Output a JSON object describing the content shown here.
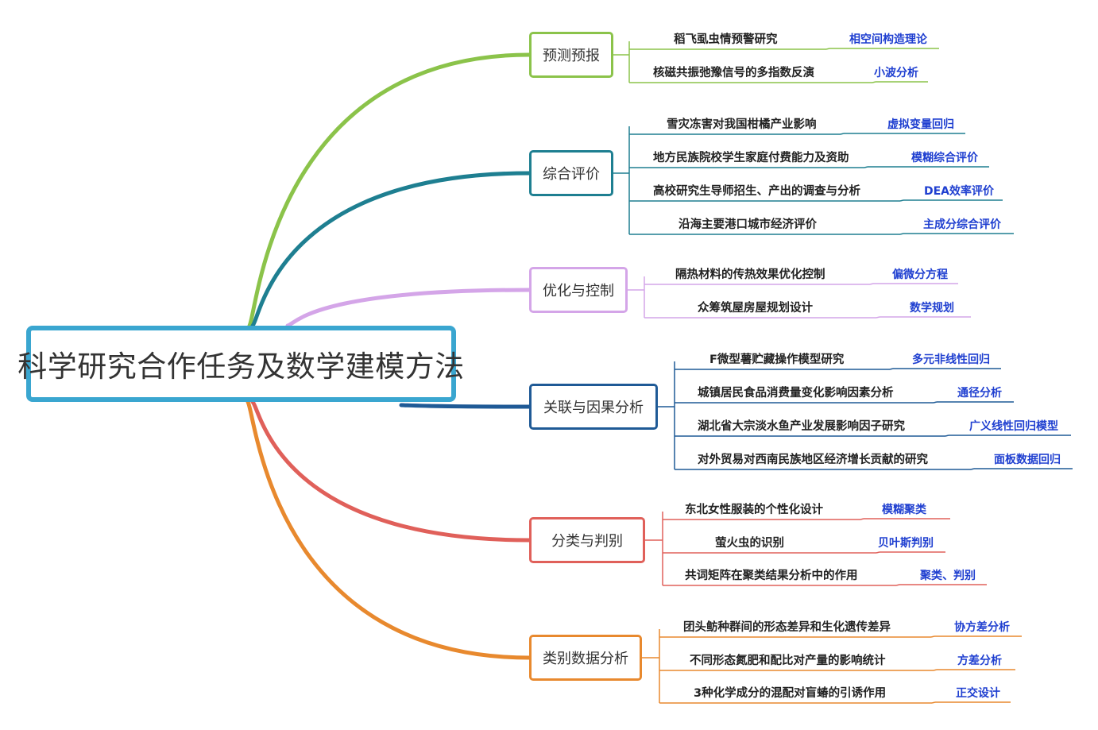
{
  "root": {
    "title": "科学研究合作任务及数学建模方法"
  },
  "branches": [
    {
      "label": "预测预报",
      "color": "#8bc34a",
      "items": [
        {
          "topic": "稻飞虱虫情预警研究",
          "method": "相空间构造理论"
        },
        {
          "topic": "核磁共振弛豫信号的多指数反演",
          "method": "小波分析"
        }
      ]
    },
    {
      "label": "综合评价",
      "color": "#1e7f91",
      "items": [
        {
          "topic": "雪灾冻害对我国柑橘产业影响",
          "method": "虚拟变量回归"
        },
        {
          "topic": "地方民族院校学生家庭付费能力及资助",
          "method": "模糊综合评价"
        },
        {
          "topic": "高校研究生导师招生、产出的调查与分析",
          "method": "DEA效率评价"
        },
        {
          "topic": "沿海主要港口城市经济评价",
          "method": "主成分综合评价"
        }
      ]
    },
    {
      "label": "优化与控制",
      "color": "#d4a5e8",
      "items": [
        {
          "topic": "隔热材料的传热效果优化控制",
          "method": "偏微分方程"
        },
        {
          "topic": "众筹筑屋房屋规划设计",
          "method": "数学规划"
        }
      ]
    },
    {
      "label": "关联与因果分析",
      "color": "#1f5a96",
      "items": [
        {
          "topic": "F微型薯贮藏操作模型研究",
          "method": "多元非线性回归"
        },
        {
          "topic": "城镇居民食品消费量变化影响因素分析",
          "method": "通径分析"
        },
        {
          "topic": "湖北省大宗淡水鱼产业发展影响因子研究",
          "method": "广义线性回归模型"
        },
        {
          "topic": "对外贸易对西南民族地区经济增长贡献的研究",
          "method": "面板数据回归"
        }
      ]
    },
    {
      "label": "分类与判别",
      "color": "#e0605a",
      "items": [
        {
          "topic": "东北女性服装的个性化设计",
          "method": "模糊聚类"
        },
        {
          "topic": "萤火虫的识别",
          "method": "贝叶斯判别"
        },
        {
          "topic": "共词矩阵在聚类结果分析中的作用",
          "method": "聚类、判别"
        }
      ]
    },
    {
      "label": "类别数据分析",
      "color": "#e8892e",
      "items": [
        {
          "topic": "团头鲂种群间的形态差异和生化遗传差异",
          "method": "协方差分析"
        },
        {
          "topic": "不同形态氮肥和配比对产量的影响统计",
          "method": "方差分析"
        },
        {
          "topic": "3种化学成分的混配对盲蝽的引诱作用",
          "method": "正交设计"
        }
      ]
    }
  ]
}
